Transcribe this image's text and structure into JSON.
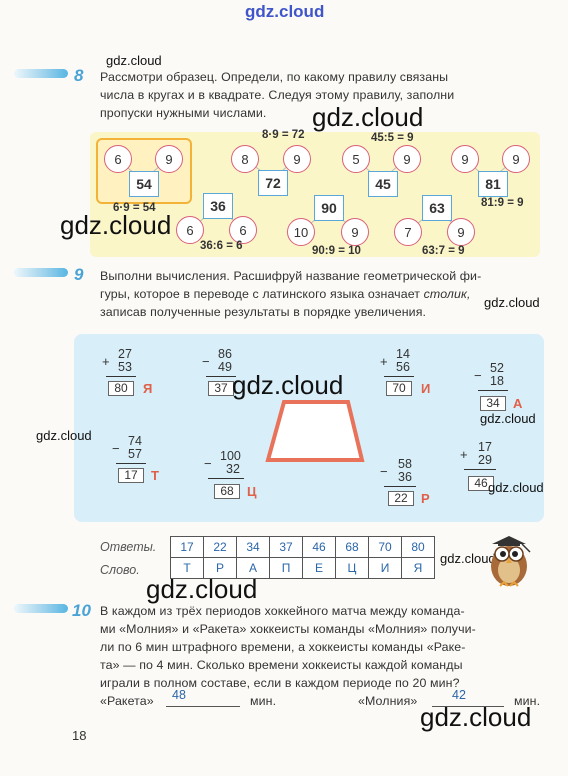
{
  "watermark": "gdz.cloud",
  "page_number": "18",
  "task8": {
    "number": "8",
    "lines": [
      "Рассмотри образец. Определи, по какому правилу связаны",
      "числа в кругах и в квадрате. Следуя этому правилу, заполни",
      "пропуски нужными числами."
    ],
    "sample": {
      "left": "6",
      "right": "9",
      "square": "54",
      "eq": "6·9 = 54"
    },
    "groups": [
      {
        "left": "8",
        "right": "9",
        "square": "72",
        "eq": "8·9 = 72"
      },
      {
        "left": "5",
        "right": "9",
        "square": "45",
        "eq": "45:5 = 9"
      },
      {
        "left": "9",
        "right": "9",
        "square": "81",
        "eq": "81:9 = 9"
      },
      {
        "left": "6",
        "right": "6",
        "square": "36",
        "eq": "36:6 = 6"
      },
      {
        "left": "10",
        "right": "9",
        "square": "90",
        "eq": "90:9 = 10"
      },
      {
        "left": "7",
        "right": "9",
        "square": "63",
        "eq": "63:7 = 9"
      }
    ]
  },
  "task9": {
    "number": "9",
    "lines": [
      "Выполни вычисления. Расшифруй название геометрической фи-",
      "гуры, которое в переводе с латинского языка означает",
      "записав полученные результаты в порядке увеличения."
    ],
    "italic_word": "столик,",
    "examples": [
      {
        "sign": "+",
        "a": "27",
        "b": "53",
        "result": "80",
        "letter": "Я"
      },
      {
        "sign": "−",
        "a": "86",
        "b": "49",
        "result": "37",
        "letter": ""
      },
      {
        "sign": "+",
        "a": "14",
        "b": "56",
        "result": "70",
        "letter": "И"
      },
      {
        "sign": "−",
        "a": "52",
        "b": "18",
        "result": "34",
        "letter": "А"
      },
      {
        "sign": "−",
        "a": "74",
        "b": "57",
        "result": "17",
        "letter": "Т"
      },
      {
        "sign": "−",
        "a": "100",
        "b": "32",
        "result": "68",
        "letter": "Ц"
      },
      {
        "sign": "−",
        "a": "58",
        "b": "36",
        "result": "22",
        "letter": "Р"
      },
      {
        "sign": "+",
        "a": "17",
        "b": "29",
        "result": "46",
        "letter": ""
      }
    ],
    "answers_label": "Ответы.",
    "word_label": "Слово.",
    "answers": [
      "17",
      "22",
      "34",
      "37",
      "46",
      "68",
      "70",
      "80"
    ],
    "word": [
      "Т",
      "Р",
      "А",
      "П",
      "Е",
      "Ц",
      "И",
      "Я"
    ]
  },
  "task10": {
    "number": "10",
    "lines": [
      "В каждом из трёх периодов хоккейного матча между команда-",
      "ми «Молния» и «Ракета» хоккеисты команды «Молния» получи-",
      "ли по 6 мин штрафного времени, а хоккеисты команды «Раке-",
      "та» — по 4 мин. Сколько времени хоккеисты каждой команды",
      "играли в полном составе, если в каждом периоде по 20 мин?"
    ],
    "raketa_label": "«Ракета»",
    "raketa_value": "48",
    "molniya_label": "«Молния»",
    "molniya_value": "42",
    "unit": "мин."
  }
}
